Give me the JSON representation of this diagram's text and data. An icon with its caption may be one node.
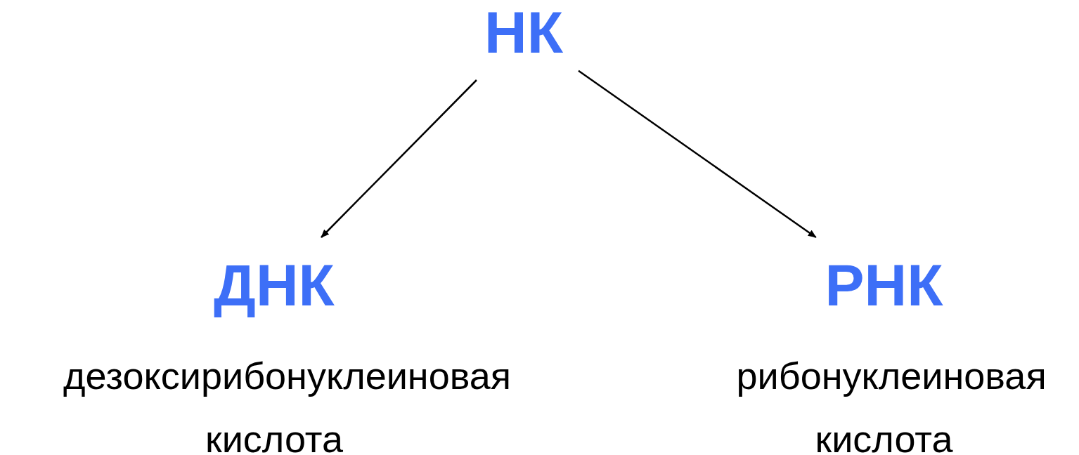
{
  "diagram": {
    "nodes": [
      {
        "text": [
          "НК"
        ]
      },
      {
        "text": [
          "ДНК"
        ],
        "beside": [
          "дезоксирибонуклеиновая кислота"
        ]
      },
      {
        "text": [
          "РНК"
        ],
        "beside": [
          "рибонуклеиновая кислота"
        ]
      }
    ],
    "edges": [
      {
        "from": 0,
        "to": 1,
        "arrow": "to"
      },
      {
        "from": 0,
        "to": 2,
        "arrow": "to"
      }
    ]
  }
}
